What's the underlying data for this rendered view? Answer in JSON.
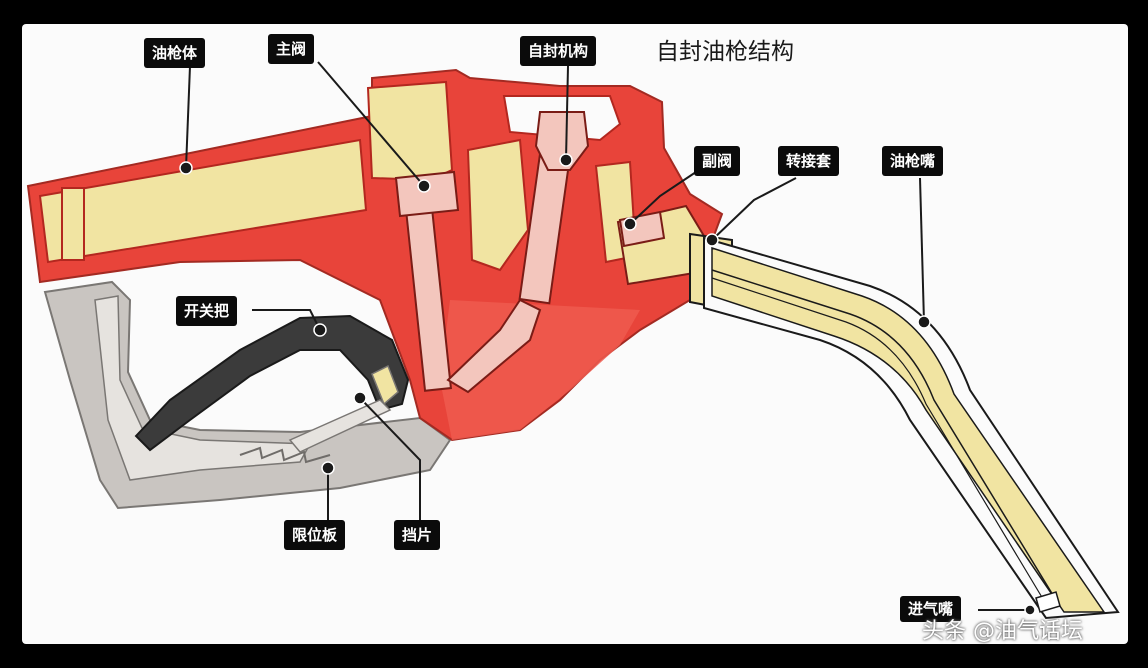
{
  "title": "自封油枪结构",
  "labels": {
    "gun_body": "油枪体",
    "main_valve": "主阀",
    "self_seal": "自封机构",
    "aux_valve": "副阀",
    "adapter": "转接套",
    "nozzle": "油枪嘴",
    "trigger": "开关把",
    "limit_plate": "限位板",
    "baffle": "挡片",
    "air_inlet": "进气嘴"
  },
  "watermark": "头条 @油气话坛",
  "colors": {
    "red": "#e8443a",
    "dark_red": "#b3271f",
    "yellow": "#f1e4a2",
    "grey": "#bfbcb8",
    "dark": "#3b3b3b",
    "background": "#fbfbfb"
  }
}
